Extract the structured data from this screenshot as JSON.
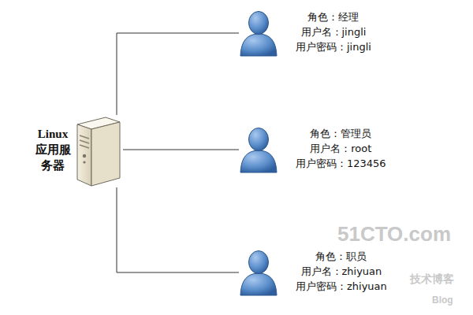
{
  "diagram": {
    "nodes": [
      {
        "text": [
          "Linux 应用服 务器"
        ]
      },
      {
        "text": [
          "角色：经理",
          "用户名：jingli",
          "用户密码：jingli"
        ]
      },
      {
        "text": [
          "角色：管理员",
          "用户名：root",
          "用户密码：123456"
        ]
      },
      {
        "text": [
          "角色：职员",
          "用户名：zhiyuan",
          "用户密码：zhiyuan"
        ]
      }
    ],
    "edges": [
      {
        "from": 0,
        "to": 1,
        "arrow": "none"
      },
      {
        "from": 0,
        "to": 2,
        "arrow": "none"
      },
      {
        "from": 0,
        "to": 3,
        "arrow": "none"
      }
    ],
    "labels": [
      "51CTO.com",
      "技术博客",
      "Blog"
    ]
  }
}
